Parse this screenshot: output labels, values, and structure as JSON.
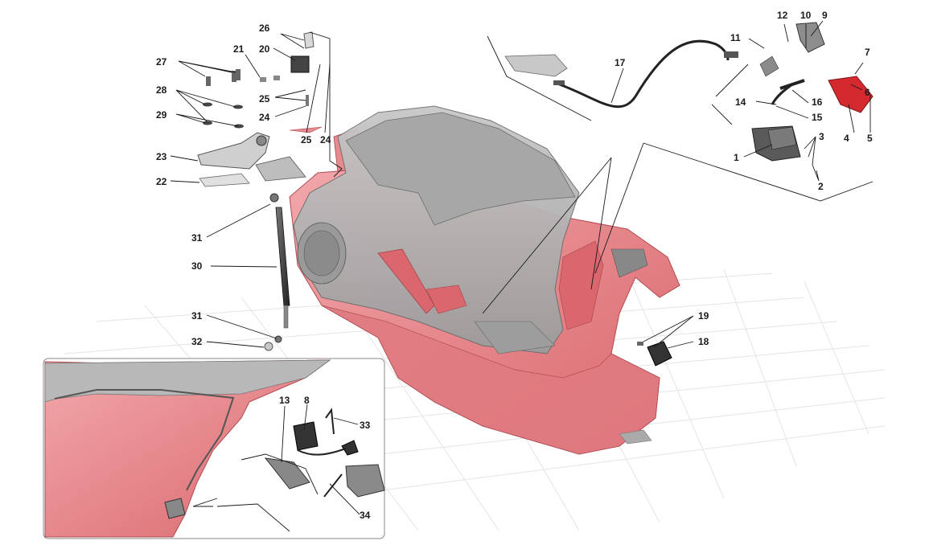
{
  "labels": {
    "l1": "1",
    "l2": "2",
    "l3": "3",
    "l4": "4",
    "l5": "5",
    "l6": "6",
    "l7": "7",
    "l8": "8",
    "l9": "9",
    "l10": "10",
    "l11": "11",
    "l12": "12",
    "l13": "13",
    "l14": "14",
    "l15": "15",
    "l16": "16",
    "l17": "17",
    "l18": "18",
    "l19": "19",
    "l20": "20",
    "l21": "21",
    "l22": "22",
    "l23": "23",
    "l24a": "24",
    "l24b": "24",
    "l25a": "25",
    "l25b": "25",
    "l26": "26",
    "l27": "27",
    "l28": "28",
    "l29": "29",
    "l30": "30",
    "l31a": "31",
    "l31b": "31",
    "l32": "32",
    "l33": "33",
    "l34": "34"
  },
  "colors": {
    "door_red": "#e8898d",
    "door_red_dark": "#c95a60",
    "trim_grey": "#b5b5b5",
    "trim_grey_dark": "#8a8a8a",
    "part_red": "#d42a2f",
    "grid": "#e6e6e6",
    "line": "#1a1a1a"
  }
}
